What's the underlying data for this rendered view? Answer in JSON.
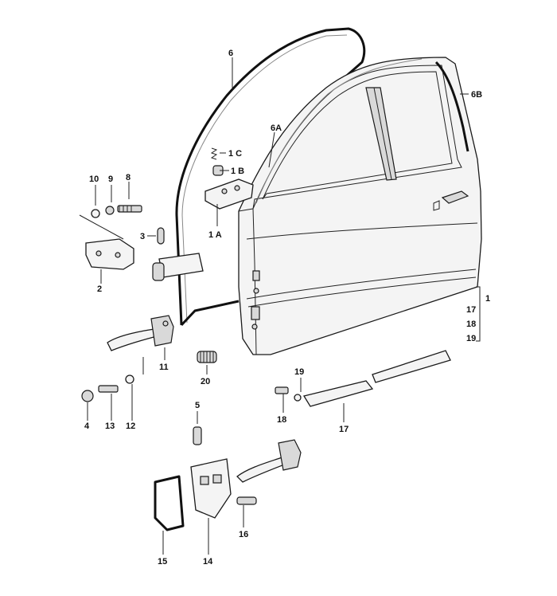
{
  "labels": {
    "p1": "1",
    "p1a": "1 A",
    "p1b": "1 B",
    "p1c": "1 C",
    "p2": "2",
    "p3": "3",
    "p4": "4",
    "p5": "5",
    "p6": "6",
    "p6a": "6A",
    "p6b": "6B",
    "p8": "8",
    "p9": "9",
    "p10": "10",
    "p11": "11",
    "p12": "12",
    "p13": "13",
    "p14": "14",
    "p15": "15",
    "p16": "16",
    "p17a": "17",
    "p18a": "18",
    "p19a": "19",
    "p17b": "17",
    "p18b": "18",
    "p19b": "19",
    "p20": "20"
  }
}
